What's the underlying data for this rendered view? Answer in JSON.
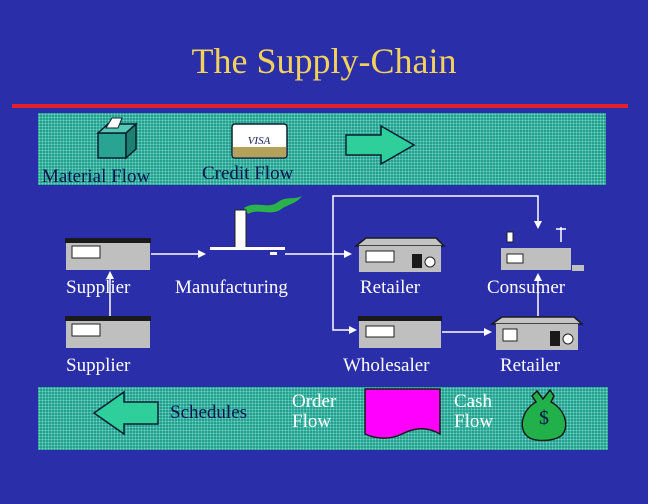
{
  "title": "The Supply-Chain",
  "legend_top": {
    "material_flow": "Material Flow",
    "credit_flow": "Credit Flow",
    "card_text": "VISA"
  },
  "nodes": {
    "supplier_1": "Supplier",
    "supplier_2": "Supplier",
    "manufacturing": "Manufacturing",
    "retailer_1": "Retailer",
    "wholesaler": "Wholesaler",
    "consumer": "Consumer",
    "retailer_2": "Retailer"
  },
  "legend_bottom": {
    "schedules": "Schedules",
    "order_flow_line1": "Order",
    "order_flow_line2": "Flow",
    "cash_flow_line1": "Cash",
    "cash_flow_line2": "Flow",
    "dollar": "$"
  },
  "colors": {
    "background": "#2a2ea8",
    "title": "#f2d25a",
    "divider": "#e4202a",
    "band": "#1f9b8a",
    "arrow": "#2ecf9a",
    "order_form": "#ff00ff",
    "money_bag": "#22b04a"
  }
}
